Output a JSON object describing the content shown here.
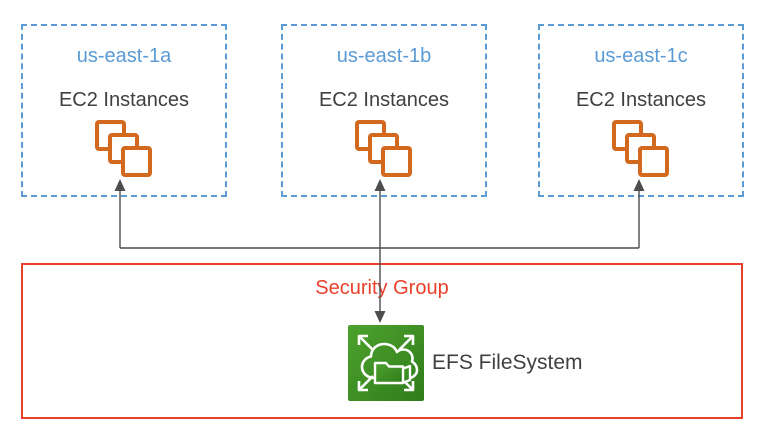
{
  "availability_zones": [
    {
      "name": "us-east-1a",
      "service_label": "EC2 Instances"
    },
    {
      "name": "us-east-1b",
      "service_label": "EC2 Instances"
    },
    {
      "name": "us-east-1c",
      "service_label": "EC2 Instances"
    }
  ],
  "security_group": {
    "label": "Security Group"
  },
  "efs": {
    "label": "EFS FileSystem"
  },
  "icons": {
    "ec2": "ec2-instances-stacked-squares-icon",
    "efs": "efs-cloud-folder-icon"
  },
  "colors": {
    "az_border": "#5B9BD5",
    "az_label": "#5B9BD5",
    "body_text": "#3F4042",
    "ec2_orange": "#D2691E",
    "sg_red": "#E8402B",
    "connector_gray": "#4D4D4D",
    "efs_green_light": "#4DA32D",
    "efs_green_dark": "#2F7C1B"
  }
}
